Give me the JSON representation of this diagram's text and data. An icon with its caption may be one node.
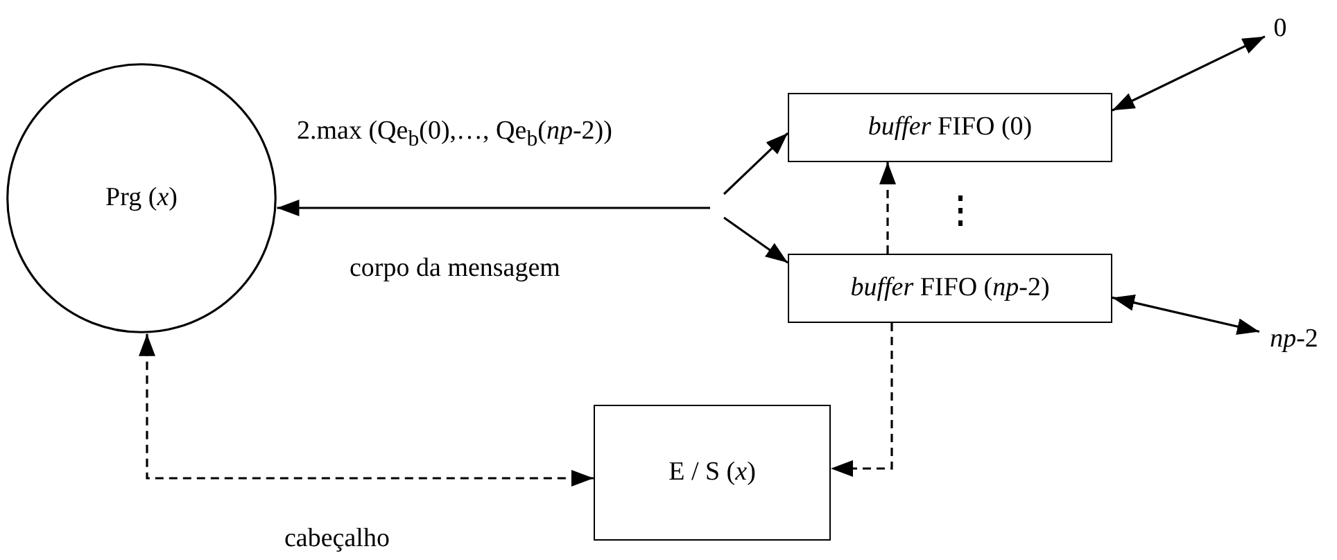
{
  "diagram": {
    "nodes": [
      {
        "text": [
          "Prg (*x*)"
        ]
      },
      {
        "text": [
          "*buffer* FIFO (0)"
        ]
      },
      {
        "text": [
          "*buffer* FIFO (*np*-2)"
        ]
      },
      {
        "text": [
          "E / S (*x*)"
        ]
      },
      {
        "text": [
          "0"
        ]
      },
      {
        "text": [
          "*np*-2"
        ]
      }
    ],
    "edges": [
      {
        "from": null,
        "to": 0,
        "arrow": "to",
        "label": "corpo da mensagem"
      },
      {
        "from": null,
        "to": 1,
        "arrow": "to"
      },
      {
        "from": null,
        "to": 2,
        "arrow": "to"
      },
      {
        "from": 2,
        "to": 1,
        "arrow": "to",
        "style": "dashed"
      },
      {
        "from": 2,
        "to": 3,
        "arrow": "to",
        "style": "dashed"
      },
      {
        "from": 0,
        "to": 3,
        "arrow": "both",
        "style": "dashed",
        "label": "cabeçalho"
      },
      {
        "from": 1,
        "to": 4,
        "arrow": "both"
      },
      {
        "from": 2,
        "to": 5,
        "arrow": "both"
      }
    ],
    "labels": [
      "2.max (Qe$_{b}$(0),…, Qe$_{b}$(*np*-2))"
    ]
  }
}
